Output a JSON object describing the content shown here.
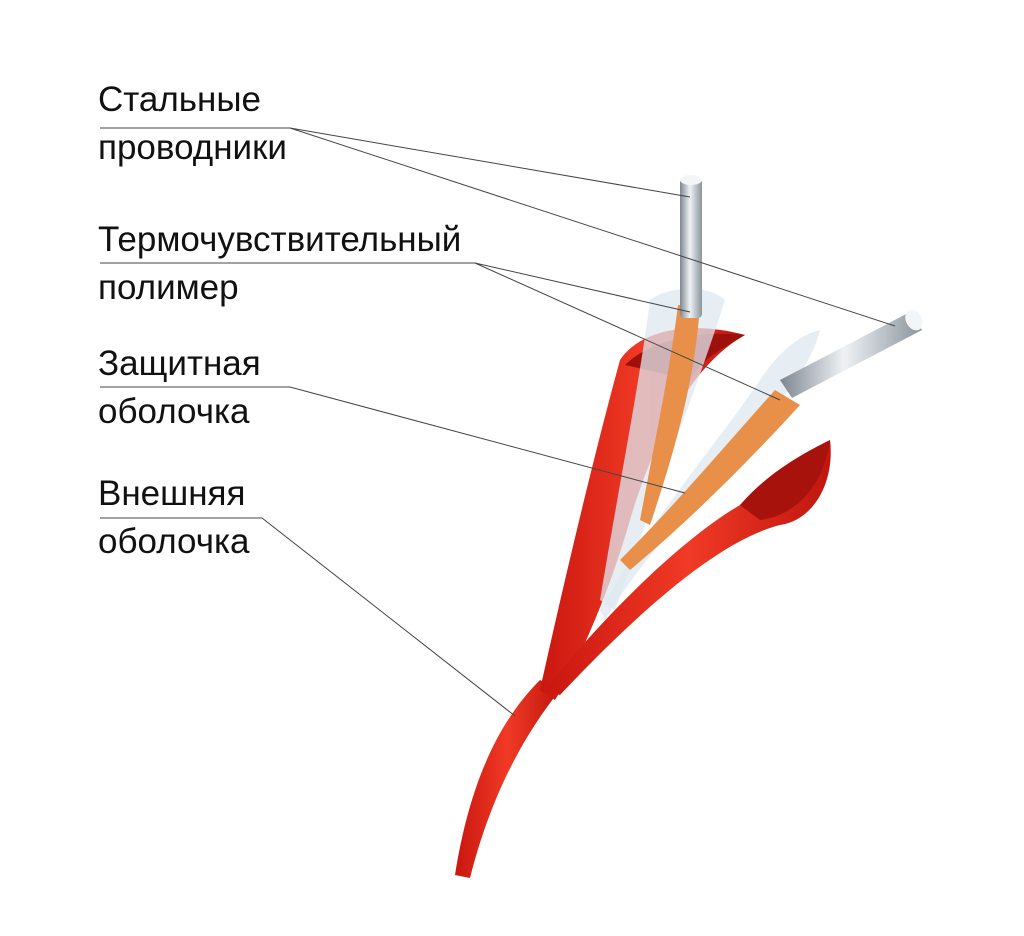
{
  "labels": {
    "steel_wires": {
      "line1": "Стальные",
      "line2": "проводники"
    },
    "thermo_polymer": {
      "line1": "Термочувствительный",
      "line2": "полимер"
    },
    "protective_sheath": {
      "line1": "Защитная",
      "line2": "оболочка"
    },
    "outer_sheath": {
      "line1": "Внешняя",
      "line2": "оболочка"
    }
  },
  "colors": {
    "outer_sheath": "#e5231b",
    "outer_sheath_dark": "#b8140f",
    "polymer": "#e8904a",
    "steel": "#a9b2bb",
    "protective": "#dde8f0",
    "leader": "#444444"
  }
}
